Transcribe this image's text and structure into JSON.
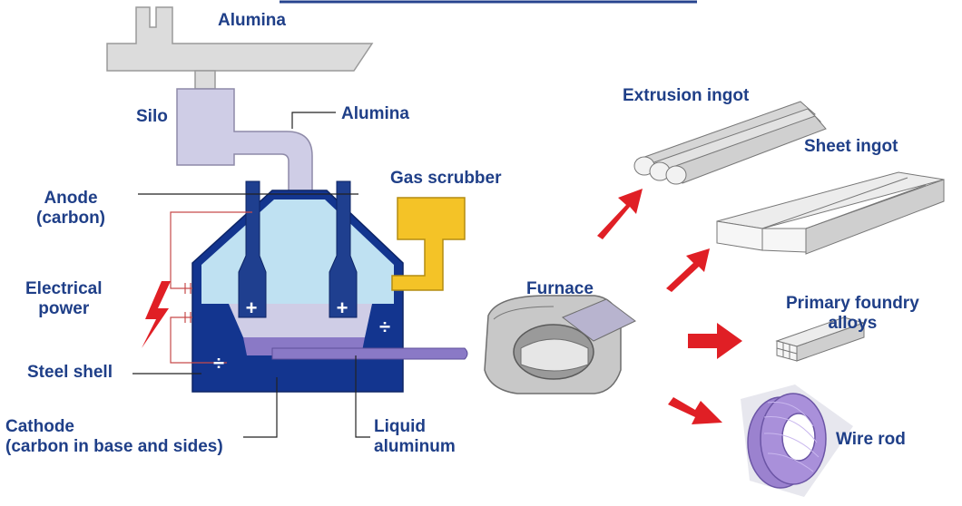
{
  "labels": {
    "alumina_top": "Alumina",
    "silo": "Silo",
    "alumina_feed": "Alumina",
    "gas_scrubber": "Gas scrubber",
    "anode": "Anode\n(carbon)",
    "electrical_power": "Electrical\npower",
    "steel_shell": "Steel shell",
    "cathode": "Cathode\n(carbon in base and sides)",
    "liquid_aluminum": "Liquid\naluminum",
    "furnace": "Furnace",
    "extrusion_ingot": "Extrusion ingot",
    "sheet_ingot": "Sheet ingot",
    "primary_foundry_alloys": "Primary foundry\nalloys",
    "wire_rod": "Wire rod"
  },
  "cell_symbols": {
    "plus": "+",
    "minus": "÷"
  },
  "colors": {
    "label_text": "#1f3f88",
    "steel_shell": "#13358f",
    "bath": "#bfe1f2",
    "anode": "#1f3f8f",
    "liquid_aluminum": "#8a79c6",
    "alumina_structure": "#dcdcdc",
    "silo": "#cfcde6",
    "gas_scrubber": "#f4c327",
    "arrow": "#e01f25",
    "wire_rod": "#9b82cf"
  }
}
